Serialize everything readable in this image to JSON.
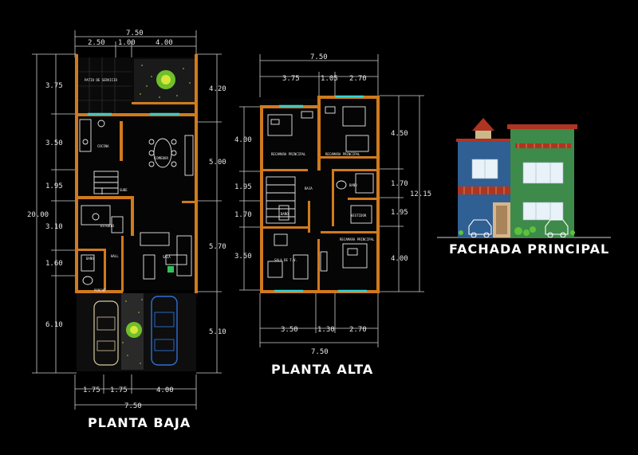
{
  "titles": {
    "planta_baja": "PLANTA BAJA",
    "planta_alta": "PLANTA ALTA",
    "fachada": "FACHADA PRINCIPAL"
  },
  "planta_baja": {
    "top_total": "7.50",
    "top_segments": [
      "2.50",
      "1.00",
      "4.00"
    ],
    "bottom_segments": [
      "1.75",
      "1.75",
      "4.00"
    ],
    "bottom_total": "7.50",
    "left_dims": [
      "3.75",
      "3.50",
      "1.95",
      "3.10",
      "1.60",
      "6.10"
    ],
    "left_total": "20.00",
    "right_dims": [
      "4.20",
      "5.00",
      "5.70",
      "5.10"
    ],
    "rooms": {
      "patio": "PATIO DE SERVICIO",
      "cocina": "COCINA",
      "comedor": "COMEDOR",
      "estudio": "ESTUDIO",
      "bano": "BAÑO",
      "hall": "HALL",
      "sala": "SALA",
      "porche": "PORCHE",
      "sube": "SUBE"
    }
  },
  "planta_alta": {
    "top_total": "7.50",
    "top_segments": [
      "3.75",
      "1.05",
      "2.70"
    ],
    "bottom_segments": [
      "3.50",
      "1.30",
      "2.70"
    ],
    "bottom_total": "7.50",
    "left_dims": [
      "4.00",
      "1.95",
      "1.70",
      "3.50"
    ],
    "right_dims": [
      "4.50",
      "1.70",
      "1.95",
      "4.00"
    ],
    "right_total": "12.15",
    "rooms": {
      "rec1": "RECAMARA PRINCIPAL",
      "rec2": "RECAMARA PRINCIPAL",
      "rec3": "RECAMARA PRINCIPAL",
      "bano1": "BAÑO",
      "bano2": "BAÑO",
      "vestidor": "VESTIDOR",
      "sala_tv": "SALA DE T.V.",
      "baja": "BAJA"
    }
  },
  "colors": {
    "background": "#000000",
    "wall": "#d07a1e",
    "glass": "#34d3d3",
    "facade_blue": "#2f5f93",
    "facade_green": "#3e8a4a",
    "roof_red": "#b03422"
  }
}
